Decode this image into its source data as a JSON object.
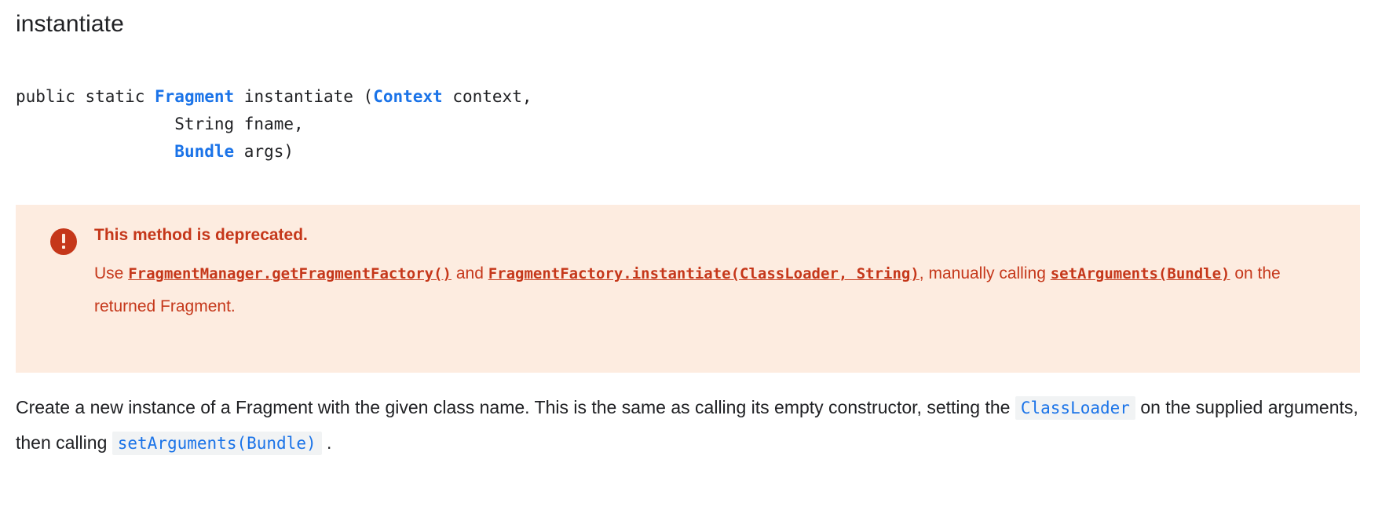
{
  "page": {
    "title": "instantiate"
  },
  "signature": {
    "line1_pre": "public static ",
    "line1_type": "Fragment",
    "line1_mid": " instantiate (",
    "line1_type2": "Context",
    "line1_post": " context,",
    "line2": "                String fname,",
    "line3_indent": "                ",
    "line3_type": "Bundle",
    "line3_post": " args)"
  },
  "deprecation": {
    "icon": "warning-exclamation-icon",
    "heading": "This method is deprecated.",
    "text_use": "Use ",
    "link1": "FragmentManager.getFragmentFactory()",
    "text_and": " and ",
    "link2": "FragmentFactory.instantiate(ClassLoader, String)",
    "text_comma": ", manually calling ",
    "link3": "setArguments(Bundle)",
    "text_tail": " on the returned Fragment.",
    "bg_color": "#fdece0",
    "accent_color": "#c5371a"
  },
  "description": {
    "part1": "Create a new instance of a Fragment with the given class name. This is the same as calling its empty constructor, setting the ",
    "code1": "ClassLoader",
    "part2": " on the supplied arguments, then calling ",
    "code2": "setArguments(Bundle)",
    "part3": " .",
    "code_color": "#1a73e8",
    "code_bg": "#f1f3f4"
  }
}
